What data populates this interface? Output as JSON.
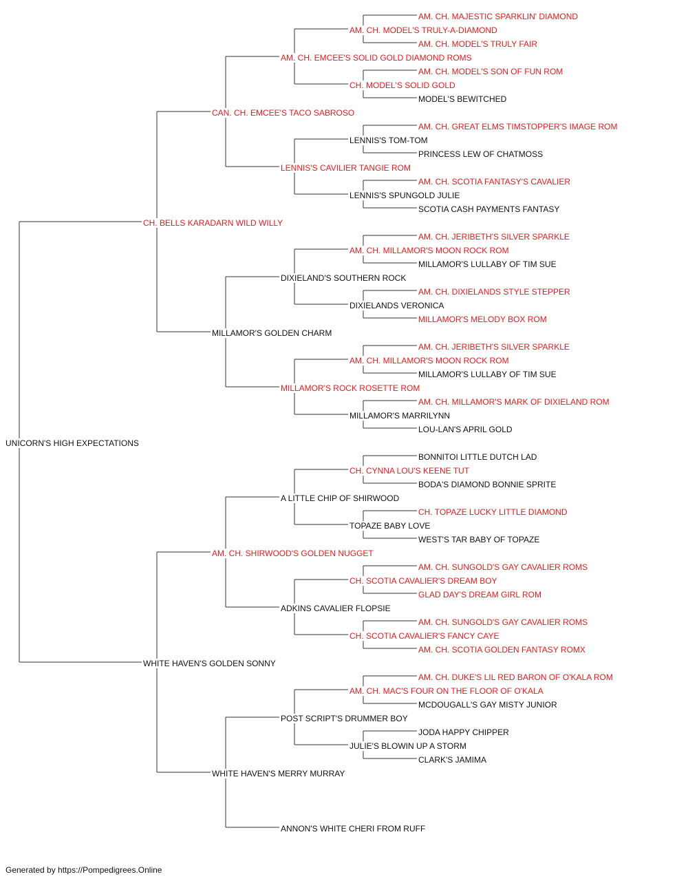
{
  "colors": {
    "champion": "#e8191d",
    "normal": "#111111",
    "line": "#333333"
  },
  "footer": {
    "text": "Generated by https://Pompedigrees.Online"
  },
  "pedigree": [
    {
      "id": "p0",
      "gen": 0,
      "name": "UNICORN'S HIGH EXPECTATIONS",
      "champion": false
    },
    {
      "id": "p1",
      "gen": 1,
      "name": "CH. BELLS KARADARN WILD WILLY",
      "champion": true
    },
    {
      "id": "p2",
      "gen": 1,
      "name": "WHITE HAVEN'S GOLDEN SONNY",
      "champion": false
    },
    {
      "id": "p3",
      "gen": 2,
      "name": "CAN. CH. EMCEE'S TACO SABROSO",
      "champion": true
    },
    {
      "id": "p4",
      "gen": 2,
      "name": "MILLAMOR'S GOLDEN CHARM",
      "champion": false
    },
    {
      "id": "p5",
      "gen": 2,
      "name": "AM. CH. SHIRWOOD'S GOLDEN NUGGET",
      "champion": true
    },
    {
      "id": "p6",
      "gen": 2,
      "name": "WHITE HAVEN'S MERRY MURRAY",
      "champion": false
    },
    {
      "id": "p7",
      "gen": 3,
      "name": "AM. CH. EMCEE'S SOLID GOLD DIAMOND ROMS",
      "champion": true
    },
    {
      "id": "p8",
      "gen": 3,
      "name": "LENNIS'S CAVILIER TANGIE ROM",
      "champion": true
    },
    {
      "id": "p9",
      "gen": 3,
      "name": "DIXIELAND'S SOUTHERN ROCK",
      "champion": false
    },
    {
      "id": "p10",
      "gen": 3,
      "name": "MILLAMOR'S ROCK ROSETTE ROM",
      "champion": true
    },
    {
      "id": "p11",
      "gen": 3,
      "name": "A LITTLE CHIP OF SHIRWOOD",
      "champion": false
    },
    {
      "id": "p12",
      "gen": 3,
      "name": "ADKINS CAVALIER FLOPSIE",
      "champion": false
    },
    {
      "id": "p13",
      "gen": 3,
      "name": "POST SCRIPT'S DRUMMER BOY",
      "champion": false
    },
    {
      "id": "p14",
      "gen": 3,
      "name": "ANNON'S WHITE CHERI FROM RUFF",
      "champion": false
    },
    {
      "id": "p15",
      "gen": 4,
      "name": "AM. CH. MODEL'S TRULY-A-DIAMOND",
      "champion": true
    },
    {
      "id": "p16",
      "gen": 4,
      "name": "CH. MODEL'S SOLID GOLD",
      "champion": true
    },
    {
      "id": "p17",
      "gen": 4,
      "name": "LENNIS'S TOM-TOM",
      "champion": false
    },
    {
      "id": "p18",
      "gen": 4,
      "name": "LENNIS'S SPUNGOLD JULIE",
      "champion": false
    },
    {
      "id": "p19",
      "gen": 4,
      "name": "AM. CH. MILLAMOR'S MOON ROCK ROM",
      "champion": true
    },
    {
      "id": "p20",
      "gen": 4,
      "name": "DIXIELANDS VERONICA",
      "champion": false
    },
    {
      "id": "p21",
      "gen": 4,
      "name": "AM. CH. MILLAMOR'S MOON ROCK ROM",
      "champion": true
    },
    {
      "id": "p22",
      "gen": 4,
      "name": "MILLAMOR'S MARRILYNN",
      "champion": false
    },
    {
      "id": "p23",
      "gen": 4,
      "name": "CH. CYNNA LOU'S KEENE TUT",
      "champion": true
    },
    {
      "id": "p24",
      "gen": 4,
      "name": "TOPAZE BABY LOVE",
      "champion": false
    },
    {
      "id": "p25",
      "gen": 4,
      "name": "CH. SCOTIA CAVALIER'S DREAM BOY",
      "champion": true
    },
    {
      "id": "p26",
      "gen": 4,
      "name": "CH. SCOTIA CAVALIER'S FANCY CAYE",
      "champion": true
    },
    {
      "id": "p27",
      "gen": 4,
      "name": "AM. CH. MAC'S FOUR ON THE FLOOR OF O'KALA",
      "champion": true
    },
    {
      "id": "p28",
      "gen": 4,
      "name": "JULIE'S BLOWIN UP A STORM",
      "champion": false
    },
    {
      "id": "p29",
      "gen": 5,
      "name": "AM. CH. MAJESTIC SPARKLIN' DIAMOND",
      "champion": true
    },
    {
      "id": "p30",
      "gen": 5,
      "name": "AM. CH. MODEL'S TRULY FAIR",
      "champion": true
    },
    {
      "id": "p31",
      "gen": 5,
      "name": "AM. CH. MODEL'S SON OF FUN ROM",
      "champion": true
    },
    {
      "id": "p32",
      "gen": 5,
      "name": "MODEL'S BEWITCHED",
      "champion": false
    },
    {
      "id": "p33",
      "gen": 5,
      "name": "AM. CH. GREAT ELMS TIMSTOPPER'S IMAGE ROM",
      "champion": true
    },
    {
      "id": "p34",
      "gen": 5,
      "name": "PRINCESS LEW OF CHATMOSS",
      "champion": false
    },
    {
      "id": "p35",
      "gen": 5,
      "name": "AM. CH. SCOTIA FANTASY'S CAVALIER",
      "champion": true
    },
    {
      "id": "p36",
      "gen": 5,
      "name": "SCOTIA CASH PAYMENTS FANTASY",
      "champion": false
    },
    {
      "id": "p37",
      "gen": 5,
      "name": "AM. CH. JERIBETH'S SILVER SPARKLE",
      "champion": true
    },
    {
      "id": "p38",
      "gen": 5,
      "name": "MILLAMOR'S LULLABY OF TIM SUE",
      "champion": false
    },
    {
      "id": "p39",
      "gen": 5,
      "name": "AM. CH. DIXIELANDS STYLE STEPPER",
      "champion": true
    },
    {
      "id": "p40",
      "gen": 5,
      "name": "MILLAMOR'S MELODY BOX ROM",
      "champion": true
    },
    {
      "id": "p41",
      "gen": 5,
      "name": "AM. CH. JERIBETH'S SILVER SPARKLE",
      "champion": true
    },
    {
      "id": "p42",
      "gen": 5,
      "name": "MILLAMOR'S LULLABY OF TIM SUE",
      "champion": false
    },
    {
      "id": "p43",
      "gen": 5,
      "name": "AM. CH. MILLAMOR'S MARK OF DIXIELAND ROM",
      "champion": true
    },
    {
      "id": "p44",
      "gen": 5,
      "name": "LOU-LAN'S APRIL GOLD",
      "champion": false
    },
    {
      "id": "p45",
      "gen": 5,
      "name": "BONNITOI LITTLE DUTCH LAD",
      "champion": false
    },
    {
      "id": "p46",
      "gen": 5,
      "name": "BODA'S DIAMOND BONNIE SPRITE",
      "champion": false
    },
    {
      "id": "p47",
      "gen": 5,
      "name": "CH. TOPAZE LUCKY LITTLE DIAMOND",
      "champion": true
    },
    {
      "id": "p48",
      "gen": 5,
      "name": "WEST'S TAR BABY OF TOPAZE",
      "champion": false
    },
    {
      "id": "p49",
      "gen": 5,
      "name": "AM. CH. SUNGOLD'S GAY CAVALIER ROMS",
      "champion": true
    },
    {
      "id": "p50",
      "gen": 5,
      "name": "GLAD DAY'S DREAM GIRL ROM",
      "champion": true
    },
    {
      "id": "p51",
      "gen": 5,
      "name": "AM. CH. SUNGOLD'S GAY CAVALIER ROMS",
      "champion": true
    },
    {
      "id": "p52",
      "gen": 5,
      "name": "AM. CH. SCOTIA GOLDEN FANTASY ROMX",
      "champion": true
    },
    {
      "id": "p53",
      "gen": 5,
      "name": "AM. CH. DUKE'S LIL RED BARON OF O'KALA ROM",
      "champion": true
    },
    {
      "id": "p54",
      "gen": 5,
      "name": "MCDOUGALL'S GAY MISTY JUNIOR",
      "champion": false
    },
    {
      "id": "p55",
      "gen": 5,
      "name": "JODA HAPPY CHIPPER",
      "champion": false
    },
    {
      "id": "p56",
      "gen": 5,
      "name": "CLARK'S JAMIMA",
      "champion": false
    }
  ],
  "links": [
    [
      "p0",
      "p1"
    ],
    [
      "p0",
      "p2"
    ],
    [
      "p1",
      "p3"
    ],
    [
      "p1",
      "p4"
    ],
    [
      "p2",
      "p5"
    ],
    [
      "p2",
      "p6"
    ],
    [
      "p3",
      "p7"
    ],
    [
      "p3",
      "p8"
    ],
    [
      "p4",
      "p9"
    ],
    [
      "p4",
      "p10"
    ],
    [
      "p5",
      "p11"
    ],
    [
      "p5",
      "p12"
    ],
    [
      "p6",
      "p13"
    ],
    [
      "p6",
      "p14"
    ],
    [
      "p7",
      "p15"
    ],
    [
      "p7",
      "p16"
    ],
    [
      "p8",
      "p17"
    ],
    [
      "p8",
      "p18"
    ],
    [
      "p9",
      "p19"
    ],
    [
      "p9",
      "p20"
    ],
    [
      "p10",
      "p21"
    ],
    [
      "p10",
      "p22"
    ],
    [
      "p11",
      "p23"
    ],
    [
      "p11",
      "p24"
    ],
    [
      "p12",
      "p25"
    ],
    [
      "p12",
      "p26"
    ],
    [
      "p13",
      "p27"
    ],
    [
      "p13",
      "p28"
    ],
    [
      "p15",
      "p29"
    ],
    [
      "p15",
      "p30"
    ],
    [
      "p16",
      "p31"
    ],
    [
      "p16",
      "p32"
    ],
    [
      "p17",
      "p33"
    ],
    [
      "p17",
      "p34"
    ],
    [
      "p18",
      "p35"
    ],
    [
      "p18",
      "p36"
    ],
    [
      "p19",
      "p37"
    ],
    [
      "p19",
      "p38"
    ],
    [
      "p20",
      "p39"
    ],
    [
      "p20",
      "p40"
    ],
    [
      "p21",
      "p41"
    ],
    [
      "p21",
      "p42"
    ],
    [
      "p22",
      "p43"
    ],
    [
      "p22",
      "p44"
    ],
    [
      "p23",
      "p45"
    ],
    [
      "p23",
      "p46"
    ],
    [
      "p24",
      "p47"
    ],
    [
      "p24",
      "p48"
    ],
    [
      "p25",
      "p49"
    ],
    [
      "p25",
      "p50"
    ],
    [
      "p26",
      "p51"
    ],
    [
      "p26",
      "p52"
    ],
    [
      "p27",
      "p53"
    ],
    [
      "p27",
      "p54"
    ],
    [
      "p28",
      "p55"
    ],
    [
      "p28",
      "p56"
    ]
  ]
}
